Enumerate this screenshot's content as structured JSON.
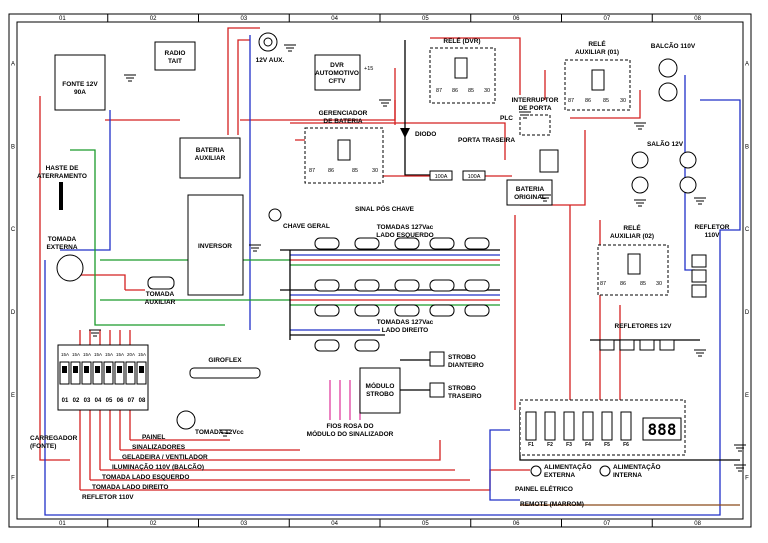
{
  "grid": {
    "columns": [
      "01",
      "02",
      "03",
      "04",
      "05",
      "06",
      "07",
      "08"
    ],
    "rows": [
      "A",
      "B",
      "C",
      "D",
      "E",
      "F"
    ]
  },
  "components": {
    "fonte": [
      "FONTE 12V",
      "90A"
    ],
    "radio": [
      "RADIO",
      "TAIT"
    ],
    "aux12": "12V AUX.",
    "dvr": [
      "DVR",
      "AUTOMOTIVO",
      "CFTV"
    ],
    "dvr_plus": "+15",
    "rele_dvr": "RELÉ (DVR)",
    "rele_aux1": [
      "RELÉ",
      "AUXILIAR (01)"
    ],
    "balcao": "BALCÃO 110V",
    "bateria_aux": [
      "BATERIA",
      "AUXILIAR"
    ],
    "gerenciador": [
      "GERENCIADOR",
      "DE BATERIA"
    ],
    "diodo": "DIODO",
    "interruptor": [
      "INTERRUPTOR",
      "DE PORTA"
    ],
    "plc": "PLC",
    "porta_traseira": "PORTA TRASEIRA",
    "salao": "SALÃO 12V",
    "haste": [
      "HASTE DE",
      "ATERRAMENTO"
    ],
    "fuse_a": "100A",
    "fuse_b": "100A",
    "bateria_original": [
      "BATERIA",
      "ORIGINAL"
    ],
    "sinal_chave": "SINAL PÓS CHAVE",
    "chave_geral": "CHAVE GERAL",
    "tomada_externa": [
      "TOMADA",
      "EXTERNA"
    ],
    "inversor": "INVERSOR",
    "tomadas_esq": [
      "TOMADAS 127Vac",
      "LADO ESQUERDO"
    ],
    "tomadas_dir": [
      "TOMADAS 127Vac",
      "LADO DIREITO"
    ],
    "tomada_aux": [
      "TOMADA",
      "AUXILIAR"
    ],
    "rele_aux2": [
      "RELÉ",
      "AUXILIAR (02)"
    ],
    "refletor": [
      "REFLETOR",
      "110V"
    ],
    "refletores12": "REFLETORES 12V",
    "giroflex": "GIROFLEX",
    "strobo_d": [
      "STROBO",
      "DIANTEIRO"
    ],
    "strobo_t": [
      "STROBO",
      "TRASEIRO"
    ],
    "modulo_strobo": [
      "MÓDULO",
      "STROBO"
    ],
    "fios_rosa": [
      "FIOS ROSA DO",
      "MÓDULO DO SINALIZADOR"
    ],
    "tomada_12vcc": "TOMADA 12Vcc",
    "carregador": [
      "CARREGADOR",
      "(FONTE)"
    ],
    "panel_display": "888",
    "alim_externa": [
      "ALIMENTAÇÃO",
      "EXTERNA"
    ],
    "alim_interna": [
      "ALIMENTAÇÃO",
      "INTERNA"
    ],
    "painel_eletrico": "PAINEL ELÉTRICO",
    "remote": "REMOTE (MARROM)",
    "relay_pins": [
      "87",
      "86",
      "85",
      "30"
    ],
    "breaker_ratings": [
      "15A",
      "15A",
      "15A",
      "15A",
      "15A",
      "15A",
      "20A",
      "15A"
    ],
    "breaker_numbers": [
      "01",
      "02",
      "03",
      "04",
      "05",
      "06",
      "07",
      "08"
    ],
    "panel_switches": [
      "F1",
      "F2",
      "F3",
      "F4",
      "F5",
      "F6"
    ]
  },
  "circuits": [
    "PAINEL",
    "SINALIZADORES",
    "GELADEIRA / VENTILADOR",
    "ILUMINAÇÃO 110V (BALCÃO)",
    "TOMADA LADO ESQUERDO",
    "TOMADA LADO DIREITO",
    "REFLETOR 110V"
  ],
  "colors": {
    "red": "#d42020",
    "blue": "#2030c8",
    "green": "#1a9a2a",
    "black": "#000000",
    "brown": "#8a4a1a",
    "pink": "#e040a0"
  }
}
